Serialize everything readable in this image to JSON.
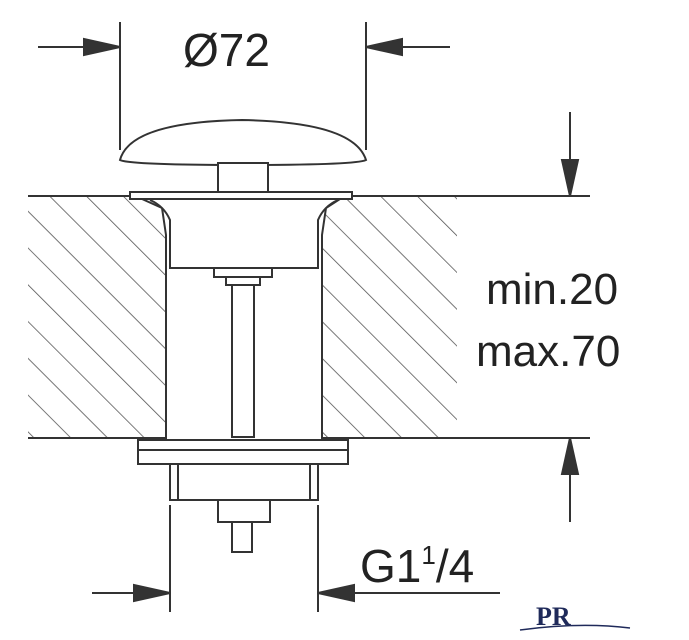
{
  "diagram": {
    "diameter_label": "Ø72",
    "thickness_min_label": "min.20",
    "thickness_max_label": "max.70",
    "thread_label_main": "G1",
    "thread_label_sup": "1",
    "thread_label_frac": "/4",
    "logo_text": "PR"
  },
  "colors": {
    "line": "#333333",
    "hatch": "#555555",
    "fill": "#ffffff",
    "logo": "#1f2a5a"
  }
}
